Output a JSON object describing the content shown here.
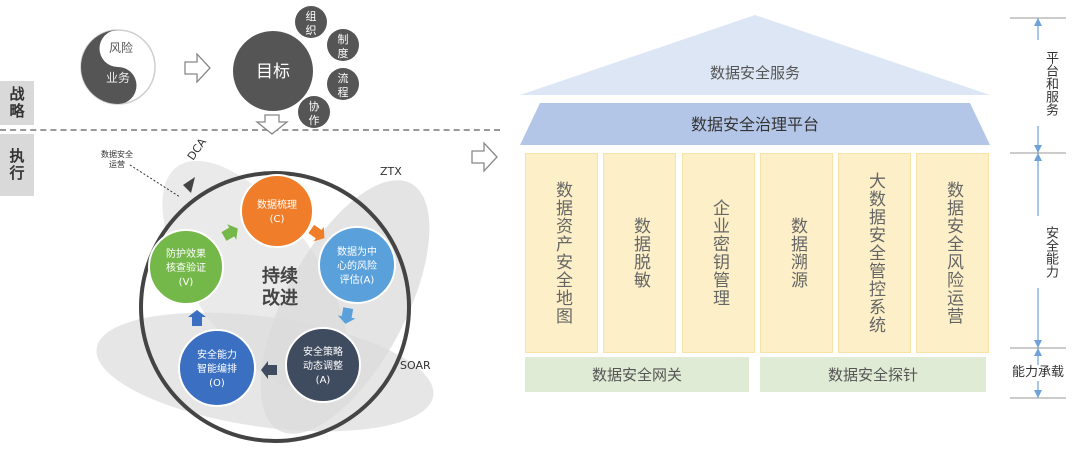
{
  "strategy_label": "战略",
  "execution_label": "执行",
  "yinyang": {
    "top": "风险",
    "bottom": "业务"
  },
  "goal": {
    "label": "目标",
    "items": [
      "组织",
      "制度",
      "流程",
      "协作"
    ]
  },
  "cycle": {
    "ops_note": [
      "数据安全",
      "运营"
    ],
    "center": [
      "持续",
      "改进"
    ],
    "ellipses": [
      "DCA",
      "ZTX",
      "SOAR"
    ],
    "steps": [
      {
        "lines": [
          "数据梳理",
          "(C)"
        ],
        "color": "#f07d2a"
      },
      {
        "lines": [
          "数据为中",
          "心的风险",
          "评估(A)"
        ],
        "color": "#5aa0db"
      },
      {
        "lines": [
          "安全策略",
          "动态调整",
          "(A)"
        ],
        "color": "#3f4b5e"
      },
      {
        "lines": [
          "安全能力",
          "智能编排",
          "(O)"
        ],
        "color": "#3a6fc1"
      },
      {
        "lines": [
          "防护效果",
          "核查验证",
          "(V)"
        ],
        "color": "#74b84a"
      }
    ]
  },
  "house": {
    "roof": "数据安全服务",
    "platform": "数据安全治理平台",
    "pillars": [
      "数据资产安全地图",
      "数据脱敏",
      "企业密钥管理",
      "数据溯源",
      "大数据安全管控系统",
      "数据安全风险运营"
    ],
    "ground": [
      "数据安全网关",
      "数据安全探针"
    ]
  },
  "right_labels": {
    "platform": "平台和服务",
    "security": "安全能力",
    "carrier": "能力承载"
  }
}
